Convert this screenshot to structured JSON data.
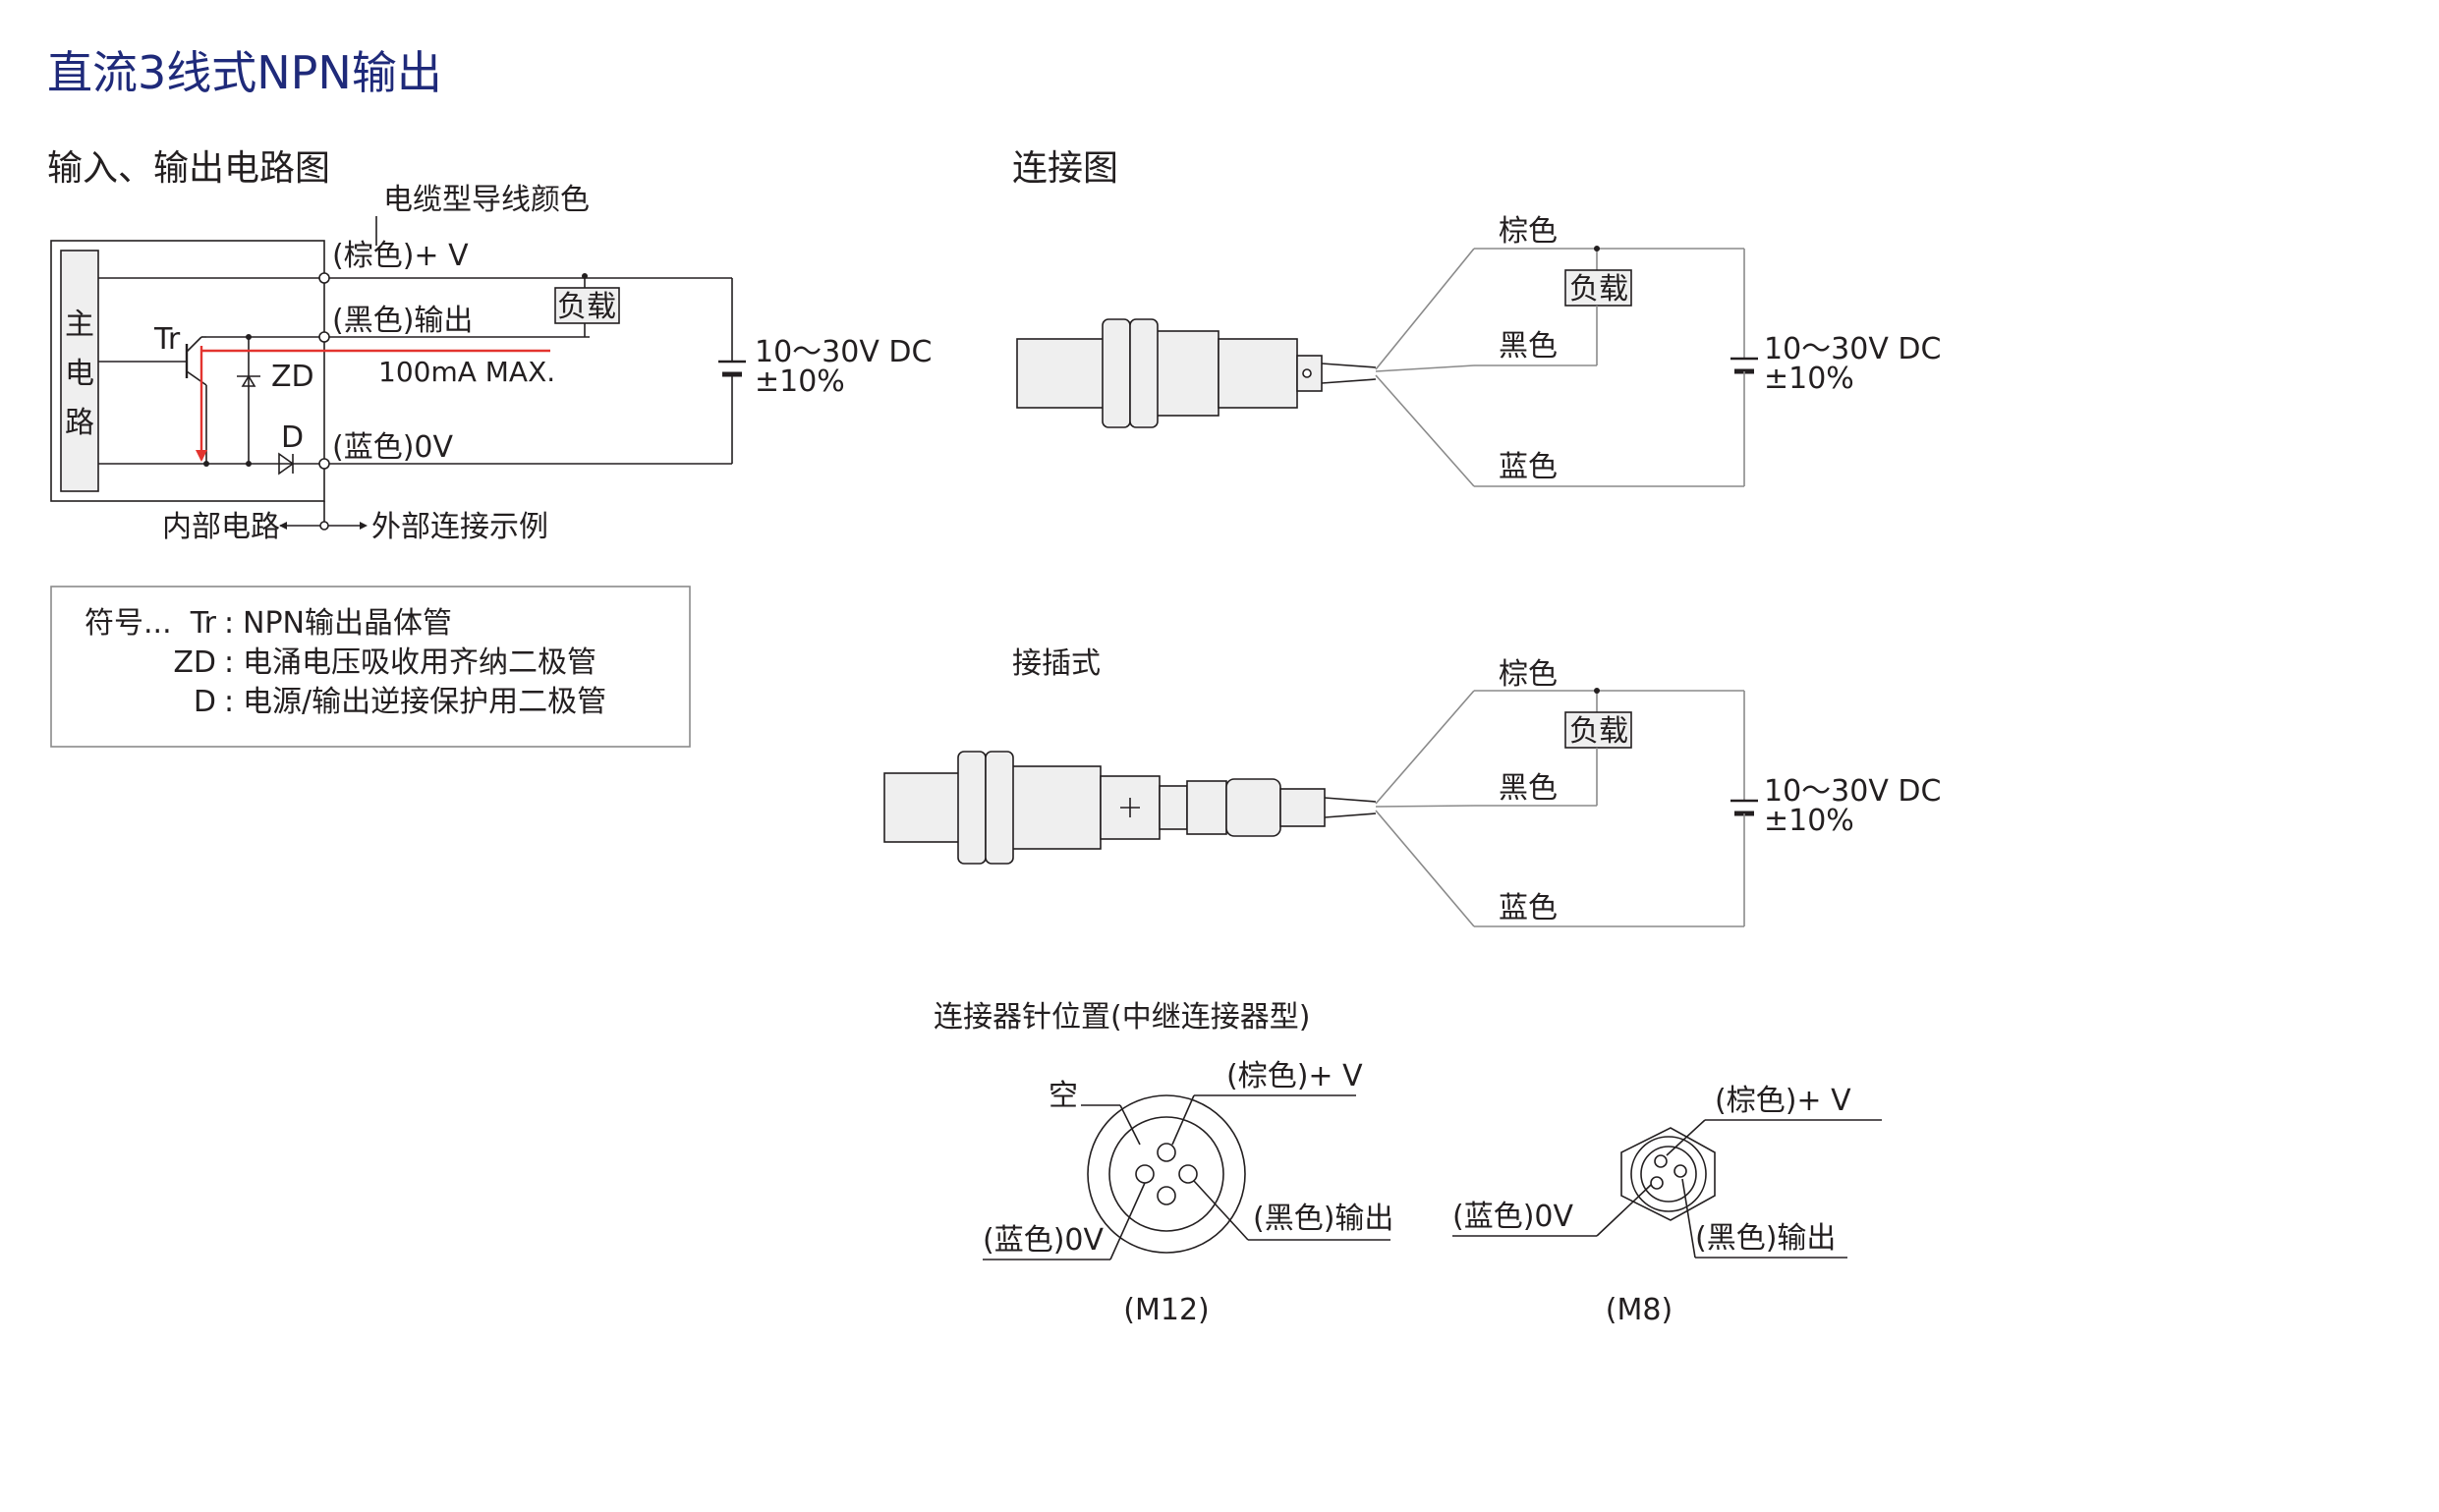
{
  "title": "直流3线式NPN输出",
  "circuit": {
    "heading": "输入、输出电路图",
    "cable_color_label": "电缆型导线颜色",
    "main_circuit_chars": [
      "主",
      "电",
      "路"
    ],
    "tr_label": "Tr",
    "zd_label": "ZD",
    "d_label": "D",
    "brown_v": "(棕色)+ V",
    "black_out": "(黑色)输出",
    "blue_0v": "(蓝色)0V",
    "load": "负载",
    "current": "100mA MAX.",
    "supply_line1": "10～30V DC",
    "supply_line2": "±10%",
    "internal_label": "内部电路",
    "external_label": "外部连接示例"
  },
  "legend": {
    "prefix": "符号...",
    "items": [
      {
        "symbol": "Tr",
        "desc": "NPN输出晶体管"
      },
      {
        "symbol": "ZD",
        "desc": "电涌电压吸收用齐纳二极管"
      },
      {
        "symbol": "D",
        "desc": "电源/输出逆接保护用二极管"
      }
    ]
  },
  "connection": {
    "heading": "连接图",
    "brown": "棕色",
    "black": "黑色",
    "blue": "蓝色",
    "load": "负载",
    "supply_line1": "10～30V DC",
    "supply_line2": "±10%"
  },
  "plug": {
    "heading": "接插式",
    "brown": "棕色",
    "black": "黑色",
    "blue": "蓝色",
    "load": "负载",
    "supply_line1": "10～30V DC",
    "supply_line2": "±10%"
  },
  "pins": {
    "heading": "连接器针位置(中继连接器型)",
    "m12": {
      "empty": "空",
      "brown": "(棕色)+ V",
      "black": "(黑色)输出",
      "blue": "(蓝色)0V",
      "caption": "(M12)"
    },
    "m8": {
      "brown": "(棕色)+ V",
      "black": "(黑色)输出",
      "blue": "(蓝色)0V",
      "caption": "(M8)"
    }
  }
}
